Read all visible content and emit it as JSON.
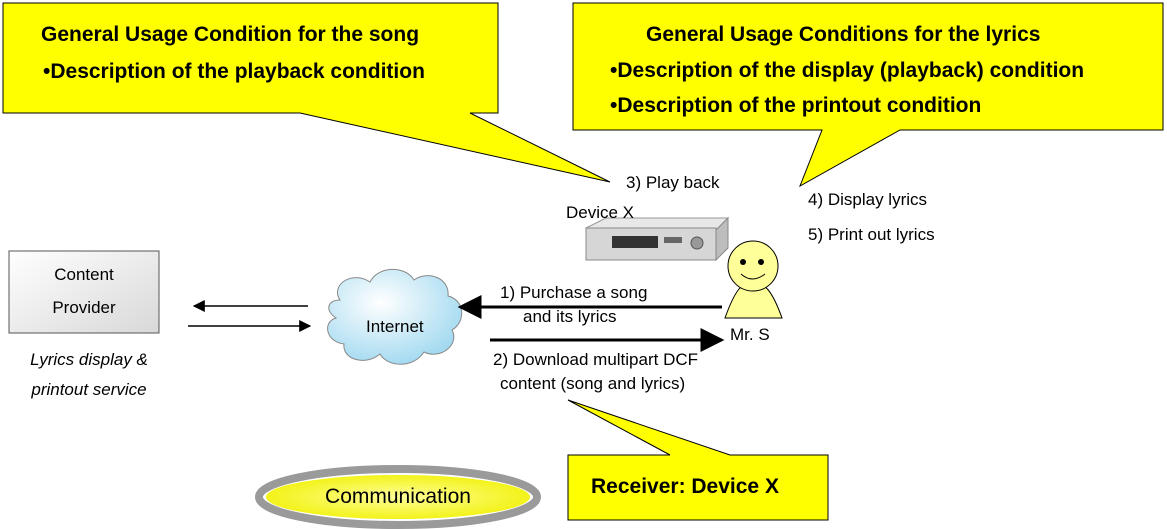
{
  "callout_song": {
    "title": "General Usage Condition for the song",
    "line1": "•Description of the playback condition"
  },
  "callout_lyrics": {
    "title": "General Usage Conditions for the lyrics",
    "line1": "•Description of the display (playback) condition",
    "line2": "•Description of the printout condition"
  },
  "callout_receiver": {
    "label": "Receiver: Device X"
  },
  "labels": {
    "playback": "3) Play back",
    "device": "Device X",
    "display_lyrics": "4) Display lyrics",
    "print_lyrics": "5) Print out lyrics",
    "purchase_l1": "1) Purchase a song",
    "purchase_l2": "and its lyrics",
    "download_l1": "2) Download multipart DCF",
    "download_l2": "content  (song and lyrics)",
    "person": "Mr. S",
    "internet": "Internet"
  },
  "provider": {
    "line1": "Content",
    "line2": "Provider",
    "service_l1": "Lyrics display &",
    "service_l2": "printout service"
  },
  "badge": {
    "label": "Communication"
  },
  "colors": {
    "callout_fill": "#FFFF00",
    "cloud_fill": "#CCF0FF",
    "provider_fill": "#EEEEEE",
    "person_fill": "#FFFF99",
    "badge_fill": "#FFFF66",
    "badge_ring": "#999999"
  }
}
